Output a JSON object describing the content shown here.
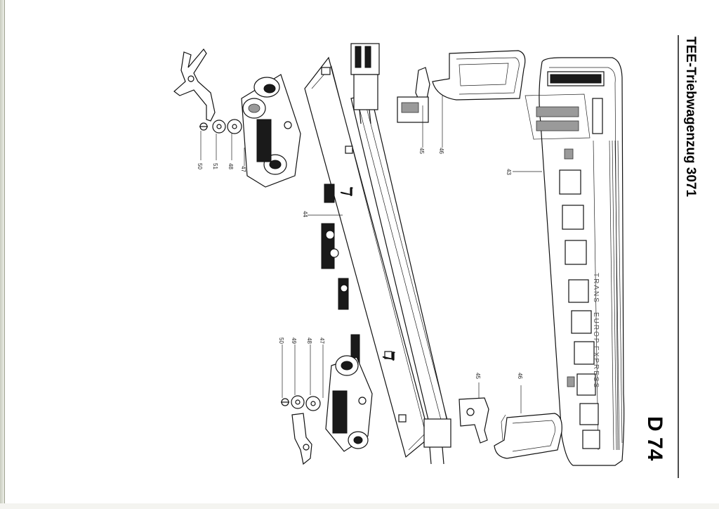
{
  "sheet": {
    "title": "TEE-Triebwagenzug 3071",
    "code": "D 74",
    "livery_text": [
      "TRANS",
      "EUROP",
      "EXPRESS"
    ],
    "logo_text": "ℸ"
  },
  "part_labels": {
    "body": "43",
    "frame": "44",
    "coupler_left": "45",
    "coupler_right": "45",
    "end_cap_left": "46",
    "end_cap_right": "46",
    "bogie_left": "47",
    "bogie_right": "47",
    "washer_48_left": "48",
    "washer_48_right": "48",
    "washer_49": "49",
    "washer_51": "51",
    "screw_left": "50",
    "screw_right": "50"
  },
  "colors": {
    "ink": "#111111",
    "paper": "#ffffff"
  }
}
